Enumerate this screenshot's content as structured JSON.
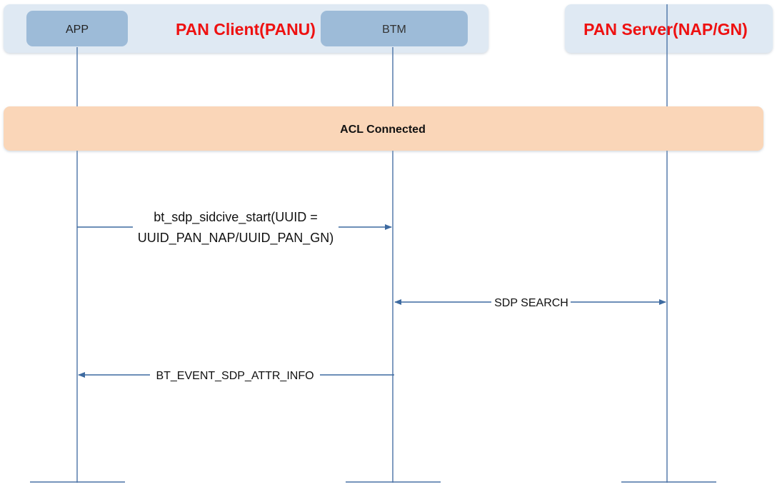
{
  "client_group": {
    "title": "PAN Client(PANU)",
    "app_label": "APP",
    "btm_label": "BTM"
  },
  "server_group": {
    "title": "PAN Server(NAP/GN)"
  },
  "connection_banner": {
    "label": "ACL Connected"
  },
  "messages": {
    "sdp_start_line1": "bt_sdp_sidcive_start(UUID =",
    "sdp_start_line2": "UUID_PAN_NAP/UUID_PAN_GN)",
    "sdp_search": "SDP SEARCH",
    "sdp_attr_info": "BT_EVENT_SDP_ATTR_INFO"
  },
  "colors": {
    "group_fill": "#dfe9f3",
    "participant_fill": "#9dbbd8",
    "title_red": "#ee1111",
    "banner_fill": "#fad6b8",
    "line_blue": "#4a72a6",
    "arrow_blue": "#3d6aa0"
  }
}
